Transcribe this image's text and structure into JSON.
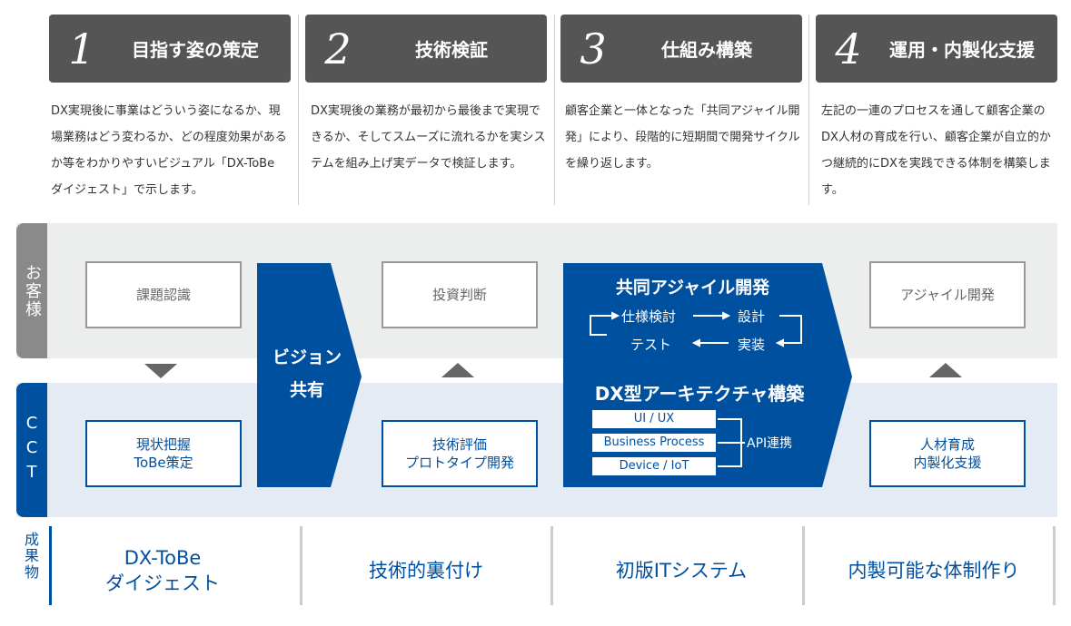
{
  "steps": [
    {
      "num": "1",
      "title": "目指す姿の策定",
      "desc": "DX実現後に事業はどういう姿になるか、現場業務はどう変わるか、どの程度効果があるか等をわかりやすいビジュアル「DX-ToBe ダイジェスト」で示します。"
    },
    {
      "num": "2",
      "title": "技術検証",
      "desc": "DX実現後の業務が最初から最後まで実現できるか、そしてスムーズに流れるかを実システムを組み上げ実データで検証します。"
    },
    {
      "num": "3",
      "title": "仕組み構築",
      "desc": "顧客企業と一体となった「共同アジャイル開発」により、段階的に短期間で開発サイクルを繰り返します。"
    },
    {
      "num": "4",
      "title": "運用・内製化支援",
      "desc": "左記の一連のプロセスを通して顧客企業のDX人材の育成を行い、顧客企業が自立的かつ継続的にDXを実践できる体制を構築します。"
    }
  ],
  "rows": {
    "customer": "お客様",
    "cct": "CCT",
    "deliverables": "成果物"
  },
  "customer_boxes": [
    "課題認識",
    "投資判断",
    "アジャイル開発"
  ],
  "cct_boxes": [
    {
      "l1": "現状把握",
      "l2": "ToBe策定"
    },
    {
      "l1": "技術評価",
      "l2": "プロトタイプ開発"
    },
    {
      "l1": "人材育成",
      "l2": "内製化支援"
    }
  ],
  "vision": {
    "l1": "ビジョン",
    "l2": "共有"
  },
  "agile": {
    "title": "共同アジャイル開発",
    "spec": "仕様検討",
    "design": "設計",
    "test": "テスト",
    "impl": "実装"
  },
  "arch": {
    "title": "DX型アーキテクチャ構築",
    "layers": [
      "UI / UX",
      "Business Process",
      "Device / IoT"
    ],
    "api": "API連携"
  },
  "outputs": [
    {
      "l1": "DX-ToBe",
      "l2": "ダイジェスト"
    },
    {
      "l1": "技術的裏付け"
    },
    {
      "l1": "初版ITシステム"
    },
    {
      "l1": "内製可能な体制作り"
    }
  ],
  "colors": {
    "blue": "#0050a0",
    "dark": "#555555",
    "gray_band": "#eceeee",
    "blue_band": "#e4ebf5"
  }
}
